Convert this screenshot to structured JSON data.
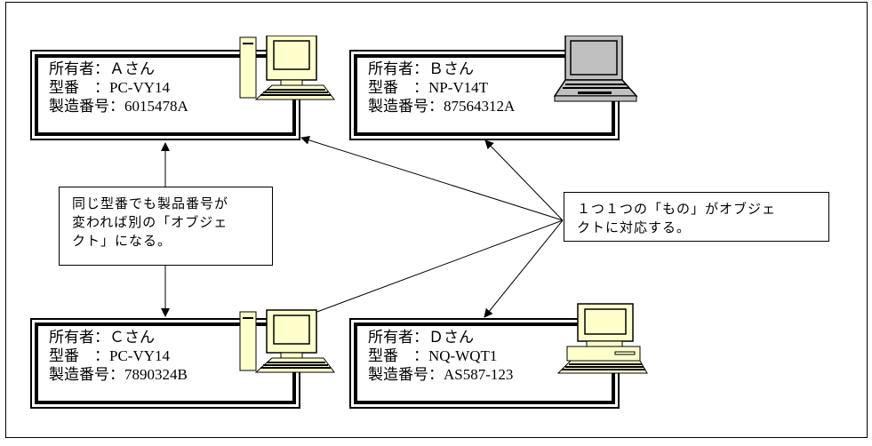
{
  "diagram": {
    "objects": [
      {
        "id": "A",
        "device": "desktop-tower-pc",
        "owner_label": "所有者：Ａさん",
        "model_label": "型番　：PC-VY14",
        "serial_label": "製造番号：6015478A",
        "owner": "Ａさん",
        "model": "PC-VY14",
        "serial": "6015478A"
      },
      {
        "id": "B",
        "device": "laptop",
        "owner_label": "所有者：Ｂさん",
        "model_label": "型番　：NP-V14T",
        "serial_label": "製造番号：87564312A",
        "owner": "Ｂさん",
        "model": "NP-V14T",
        "serial": "87564312A"
      },
      {
        "id": "C",
        "device": "desktop-tower-pc",
        "owner_label": "所有者：Ｃさん",
        "model_label": "型番　：PC-VY14",
        "serial_label": "製造番号：7890324B",
        "owner": "Ｃさん",
        "model": "PC-VY14",
        "serial": "7890324B"
      },
      {
        "id": "D",
        "device": "desktop-pc",
        "owner_label": "所有者：Ｄさん",
        "model_label": "型番　：NQ-WQT1",
        "serial_label": "製造番号：AS587-123",
        "owner": "Ｄさん",
        "model": "NQ-WQT1",
        "serial": "AS587-123"
      }
    ],
    "notes": {
      "same_model": "同じ型番でも製品番号が\n変われば別の「オブジェ\nクト」になる。",
      "one_to_one": "１つ１つの「もの」がオブジェ\nクトに対応する。"
    },
    "colors": {
      "line": "#000000",
      "pc_body": "#ffffcc",
      "laptop_body": "#c0c0c0",
      "background": "#ffffff"
    }
  }
}
